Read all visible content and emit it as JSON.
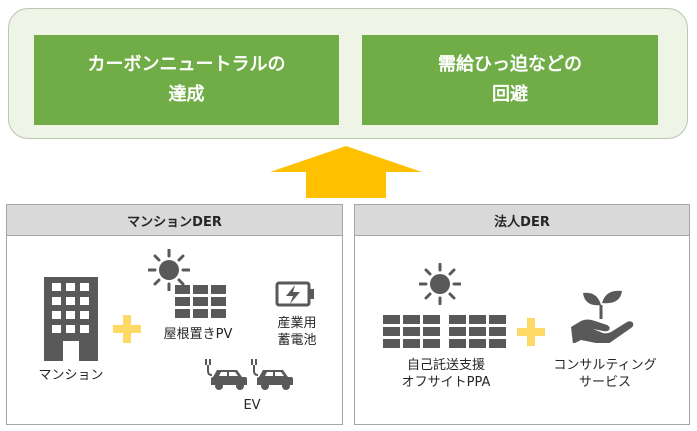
{
  "goals": {
    "box1": "カーボンニュートラルの\n達成",
    "box2": "需給ひっ迫などの\n回避"
  },
  "mansion_der": {
    "title": "マンションDER",
    "apartment_label": "マンション",
    "rooftop_pv_label": "屋根置きPV",
    "storage_label": "産業用\n蓄電池",
    "ev_label": "EV"
  },
  "corporate_der": {
    "title": "法人DER",
    "ppa_label": "自己託送支援\nオフサイトPPA",
    "consulting_label": "コンサルティング\nサービス"
  },
  "colors": {
    "goal_green": "#70ad47",
    "goal_panel_bg": "#eef4e6",
    "arrow_yellow": "#ffc000",
    "plus_yellow": "#ffd966",
    "icon_gray": "#595959",
    "header_gray": "#d9d9d9"
  }
}
